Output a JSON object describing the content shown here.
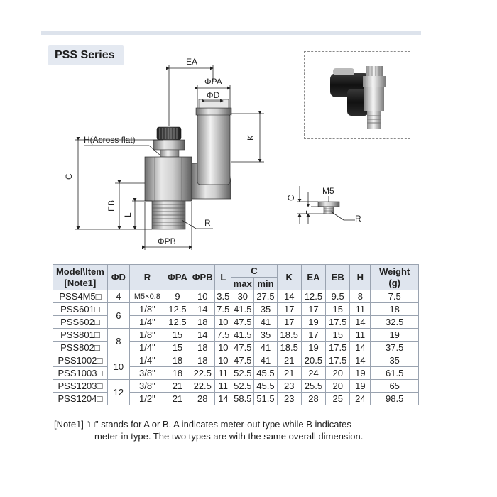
{
  "series_title": "PSS Series",
  "drawing": {
    "labels": {
      "ea": "EA",
      "pa": "ΦPA",
      "d": "ΦD",
      "k": "K",
      "h": "H(Across flat)",
      "c": "C",
      "eb": "EB",
      "l": "L",
      "r": "R",
      "pb": "ΦPB"
    },
    "small": {
      "c": "C",
      "l": "L",
      "m5": "M5",
      "r": "R"
    }
  },
  "table": {
    "headers": {
      "model": "Model\\Item",
      "note": "[Note1]",
      "d": "ΦD",
      "r": "R",
      "pa": "ΦPA",
      "pb": "ΦPB",
      "l": "L",
      "c": "C",
      "c_max": "max",
      "c_min": "min",
      "k": "K",
      "ea": "EA",
      "eb": "EB",
      "h": "H",
      "weight": "Weight",
      "weight_unit": "(g)"
    },
    "groups": [
      {
        "d": "4",
        "rows": [
          {
            "model": "PSS4M5□",
            "r": "M5×0.8",
            "pa": "9",
            "pb": "10",
            "l": "3.5",
            "cmax": "30",
            "cmin": "27.5",
            "k": "14",
            "ea": "12.5",
            "eb": "9.5",
            "h": "8",
            "w": "7.5"
          }
        ]
      },
      {
        "d": "6",
        "rows": [
          {
            "model": "PSS601□",
            "r": "1/8\"",
            "pa": "12.5",
            "pb": "14",
            "l": "7.5",
            "cmax": "41.5",
            "cmin": "35",
            "k": "17",
            "ea": "17",
            "eb": "15",
            "h": "11",
            "w": "18"
          },
          {
            "model": "PSS602□",
            "r": "1/4\"",
            "pa": "12.5",
            "pb": "18",
            "l": "10",
            "cmax": "47.5",
            "cmin": "41",
            "k": "17",
            "ea": "19",
            "eb": "17.5",
            "h": "14",
            "w": "32.5"
          }
        ]
      },
      {
        "d": "8",
        "rows": [
          {
            "model": "PSS801□",
            "r": "1/8\"",
            "pa": "15",
            "pb": "14",
            "l": "7.5",
            "cmax": "41.5",
            "cmin": "35",
            "k": "18.5",
            "ea": "17",
            "eb": "15",
            "h": "11",
            "w": "19"
          },
          {
            "model": "PSS802□",
            "r": "1/4\"",
            "pa": "15",
            "pb": "18",
            "l": "10",
            "cmax": "47.5",
            "cmin": "41",
            "k": "18.5",
            "ea": "19",
            "eb": "17.5",
            "h": "14",
            "w": "37.5"
          }
        ]
      },
      {
        "d": "10",
        "rows": [
          {
            "model": "PSS1002□",
            "r": "1/4\"",
            "pa": "18",
            "pb": "18",
            "l": "10",
            "cmax": "47.5",
            "cmin": "41",
            "k": "21",
            "ea": "20.5",
            "eb": "17.5",
            "h": "14",
            "w": "35"
          },
          {
            "model": "PSS1003□",
            "r": "3/8\"",
            "pa": "18",
            "pb": "22.5",
            "l": "11",
            "cmax": "52.5",
            "cmin": "45.5",
            "k": "21",
            "ea": "24",
            "eb": "20",
            "h": "19",
            "w": "61.5"
          }
        ]
      },
      {
        "d": "12",
        "rows": [
          {
            "model": "PSS1203□",
            "r": "3/8\"",
            "pa": "21",
            "pb": "22.5",
            "l": "11",
            "cmax": "52.5",
            "cmin": "45.5",
            "k": "23",
            "ea": "25.5",
            "eb": "20",
            "h": "19",
            "w": "65"
          },
          {
            "model": "PSS1204□",
            "r": "1/2\"",
            "pa": "21",
            "pb": "28",
            "l": "14",
            "cmax": "58.5",
            "cmin": "51.5",
            "k": "23",
            "ea": "28",
            "eb": "25",
            "h": "24",
            "w": "98.5"
          }
        ]
      }
    ]
  },
  "note": {
    "line1": "[Note1] \"□\" stands for A or B. A indicates meter-out type while B indicates",
    "line2": "meter-in type. The two types are with the same overall dimension."
  }
}
